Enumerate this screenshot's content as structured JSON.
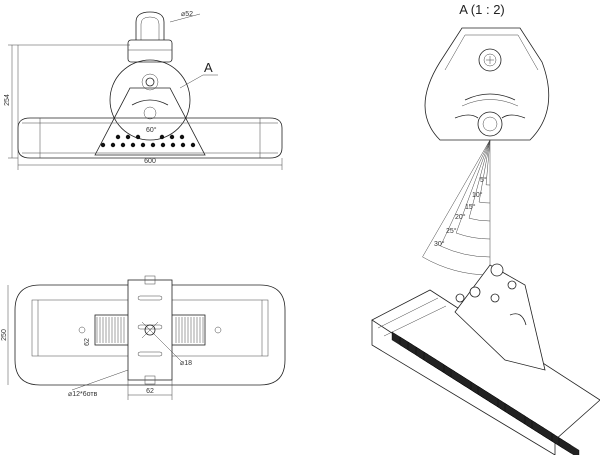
{
  "front_view": {
    "dim_width": "600",
    "dim_height": "254",
    "dim_ring": "⌀52",
    "angle_label": "60°",
    "callout": "A"
  },
  "detail_view": {
    "title": "A (1 : 2)",
    "angles": [
      "5°",
      "10°",
      "15°",
      "20°",
      "25°",
      "30°"
    ]
  },
  "bottom_view": {
    "dim_height": "250",
    "dim_62_vertical": "62",
    "dim_62_horizontal": "62",
    "dim_hole": "⌀18",
    "dim_holes_note": "⌀12*6отв"
  },
  "colors": {
    "line": "#222222",
    "background": "#ffffff"
  }
}
